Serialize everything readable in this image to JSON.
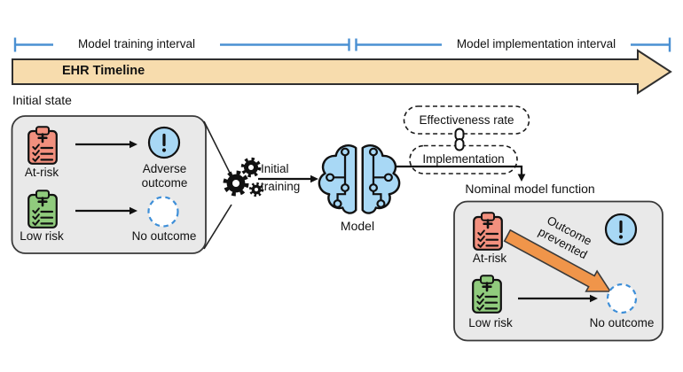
{
  "timeline": {
    "training_interval": "Model training interval",
    "implementation_interval": "Model implementation interval",
    "ehr_label": "EHR Timeline"
  },
  "initial_state": {
    "title": "Initial state",
    "at_risk": "At-risk",
    "adverse_outcome": "Adverse outcome",
    "low_risk": "Low risk",
    "no_outcome": "No outcome"
  },
  "training": {
    "label": "Initial training"
  },
  "model": {
    "label": "Model"
  },
  "deployment": {
    "effectiveness_rate": "Effectiveness rate",
    "implementation": "Implementation"
  },
  "nominal": {
    "title": "Nominal model function",
    "at_risk": "At-risk",
    "outcome_prevented": "Outcome prevented",
    "low_risk": "Low risk",
    "no_outcome": "No outcome"
  },
  "icons": {
    "gears": "gears-icon",
    "brain": "circuit-brain-icon",
    "chain": "chain-link-icon",
    "alert": "exclamation-circle-icon",
    "clipboard": "medical-clipboard-icon",
    "no_outcome": "dashed-empty-circle-icon"
  },
  "colors": {
    "interval_bracket": "#4A90D2",
    "timeline_fill": "#F7DCAD",
    "box_fill": "#E9E9E9",
    "at_risk_red": "#F2907E",
    "low_risk_green": "#90CB7D",
    "model_blue": "#A8D8F5",
    "outcome_dashed_blue": "#3E8FD8",
    "prevented_orange": "#F0954A",
    "line_black": "#1a1a1a"
  }
}
